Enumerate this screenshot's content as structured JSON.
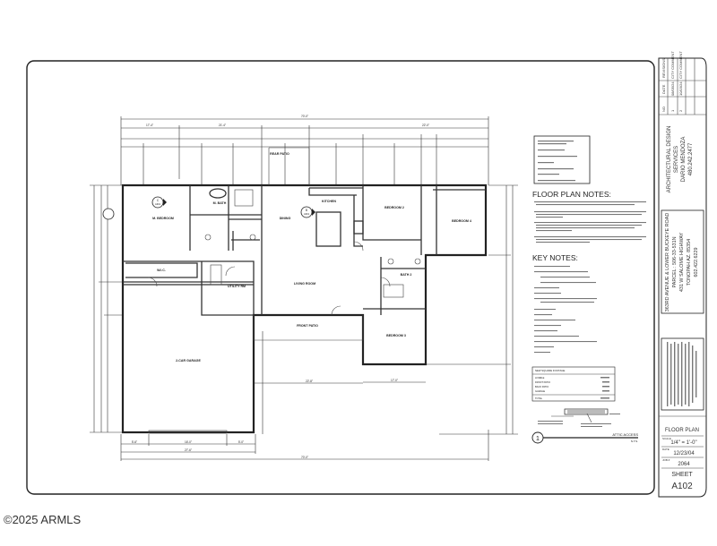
{
  "sheet": {
    "title_block": {
      "revisions": {
        "headers": [
          "NO",
          "DATE",
          "REVISIONS"
        ],
        "rows": [
          {
            "no": "1",
            "date": "08/05/24",
            "text": "CITY COMMENT"
          },
          {
            "no": "2",
            "date": "10/15/24",
            "text": "CITY COMMENT"
          }
        ]
      },
      "designer": [
        "ARCHITECTURAL DESIGN",
        "SERVICES",
        "DARIO MENDOZA",
        "480.242.2477"
      ],
      "project": [
        "363RD AVENUE & LOWER BUCKEYE ROAD",
        "PARCEL : 506-33-531N",
        "431 W SALOME HIGHWAY",
        "TONOPAH AZ. 85354",
        "602.422.6229"
      ],
      "sheet_name": "FLOOR PLAN",
      "scale_label": "SCALE",
      "scale": "1/4\" = 1'-0\"",
      "date_label": "DATE",
      "date": "12/23/04",
      "job_label": "JOB #",
      "job": "2064",
      "sheet_label": "SHEET",
      "sheet_number": "A102"
    },
    "rooms": {
      "master_bedroom": "M. BEDROOM",
      "master_bath": "M. BATH",
      "wic": "W.I.C.",
      "dining": "DINING",
      "kitchen": "KITCHEN",
      "bedroom2": "BEDROOM 2",
      "bedroom4": "BEDROOM 4",
      "bath2": "BATH 2",
      "bedroom3": "BEDROOM 3",
      "living": "LIVING ROOM",
      "utility": "UTILITY RM",
      "rear_patio": "REAR PATIO",
      "front_patio": "FRONT PATIO",
      "garage": "2-CAR GARAGE"
    },
    "section_tags": [
      "C",
      "A301",
      "B",
      "A301"
    ],
    "dimensions": {
      "top_overall": "70'-0\"",
      "top_segments": [
        "17'-4\"",
        "21'-4\"",
        "22'-0\""
      ],
      "bottom_segments": [
        "5'-6\"",
        "16'-0\"",
        "5'-0\""
      ],
      "garage_width": "27'-6\"",
      "bottom_overall": "70'-0\"",
      "front_patio_width": "22'-8\"",
      "bedroom3_width": "17'-0\""
    },
    "notes": {
      "floor_plan_notes_title": "FLOOR PLAN NOTES:",
      "key_notes_title": "KEY NOTES:"
    },
    "square_footage": {
      "title": "NEW SQUARE FOOTAGE",
      "rows": [
        "LIVABLE",
        "FRONT PATIO",
        "BACK PATIO",
        "GARAGE",
        "TOTAL"
      ]
    },
    "detail": {
      "number": "1",
      "title": "ATTIC ACCESS",
      "scale": "N.T.S."
    }
  },
  "watermark": "©2025 ARMLS"
}
